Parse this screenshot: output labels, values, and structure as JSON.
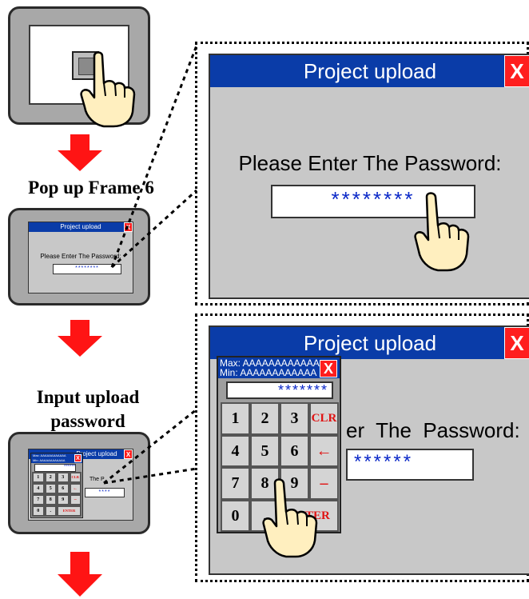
{
  "captions": {
    "step1": "Pop up Frame 6",
    "step2": "Input upload password"
  },
  "dialog": {
    "title": "Project upload",
    "close_glyph": "X",
    "prompt": "Please Enter The Password:",
    "password_masked": "********",
    "prompt_partial": "er  The  Password:",
    "password_partial": "******"
  },
  "keypad": {
    "max_label": "Max: AAAAAAAAAAAA",
    "min_label": "Min: AAAAAAAAAAAA",
    "display": "*******",
    "close_glyph": "X",
    "keys": [
      "1",
      "2",
      "3",
      "CLR",
      "4",
      "5",
      "6",
      "←",
      "7",
      "8",
      "9",
      "–",
      "0",
      ".",
      "ENTER"
    ]
  },
  "small_screen_2": {
    "display": "******",
    "partial_text": "The P",
    "pw_partial": "****"
  },
  "colors": {
    "title_bar": "#0a3ca8",
    "close_button": "#ff1e1e",
    "arrow": "#ff1414",
    "password_text": "#0a28c8",
    "panel_bg": "#c8c8c8"
  }
}
